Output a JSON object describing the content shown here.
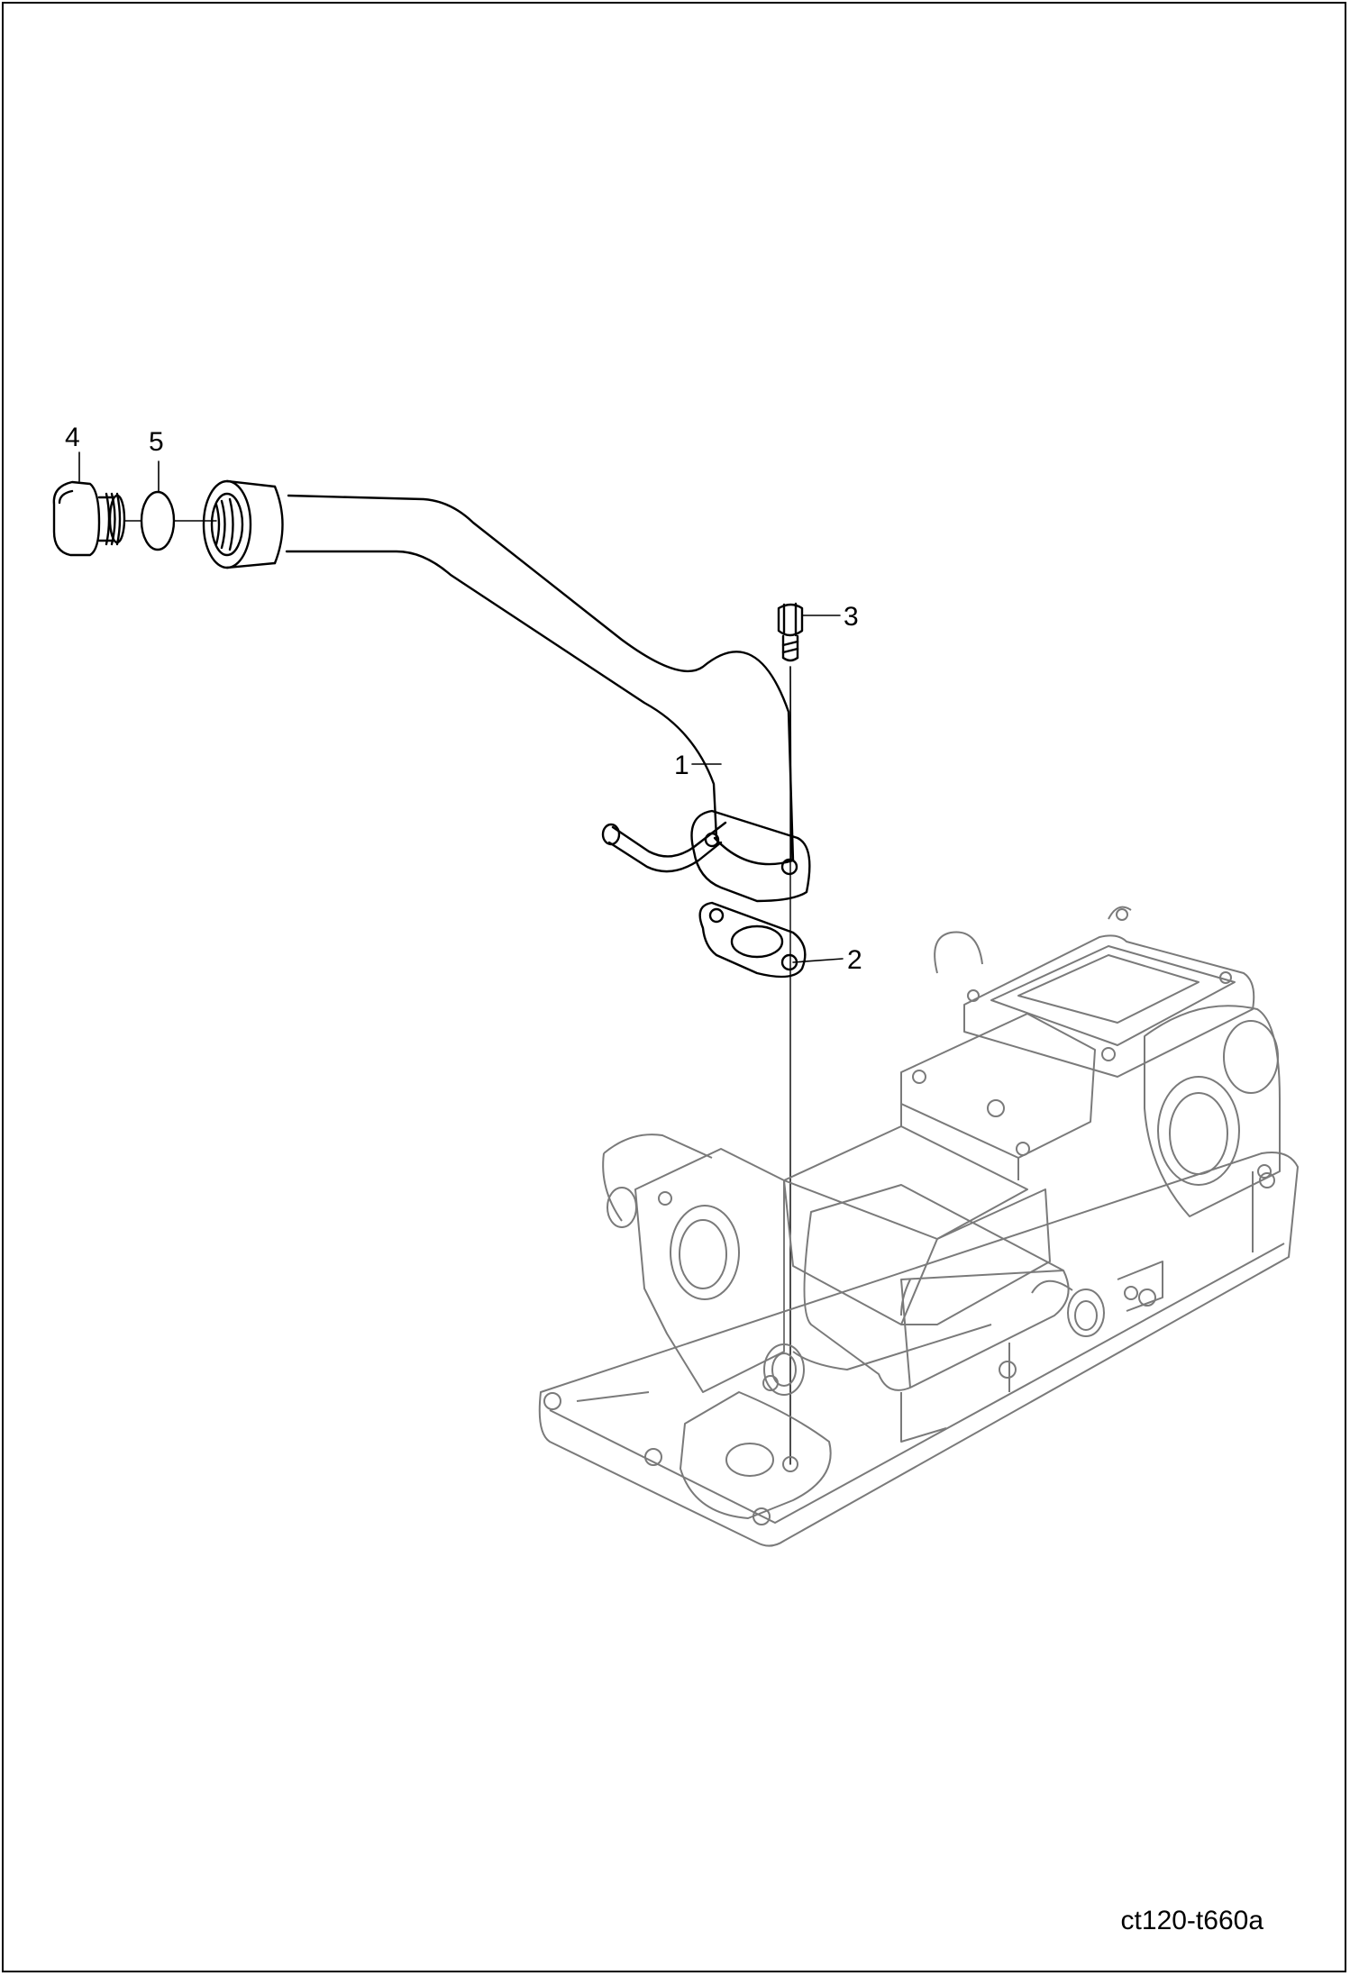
{
  "callouts": [
    {
      "id": "1",
      "label": "1",
      "part": "pipe"
    },
    {
      "id": "2",
      "label": "2",
      "part": "gasket"
    },
    {
      "id": "3",
      "label": "3",
      "part": "bolt"
    },
    {
      "id": "4",
      "label": "4",
      "part": "plug"
    },
    {
      "id": "5",
      "label": "5",
      "part": "o-ring"
    }
  ],
  "drawing_code": "ct120-t660a",
  "colors": {
    "line": "#000000",
    "housing": "#7a7a7a",
    "background": "#ffffff"
  }
}
